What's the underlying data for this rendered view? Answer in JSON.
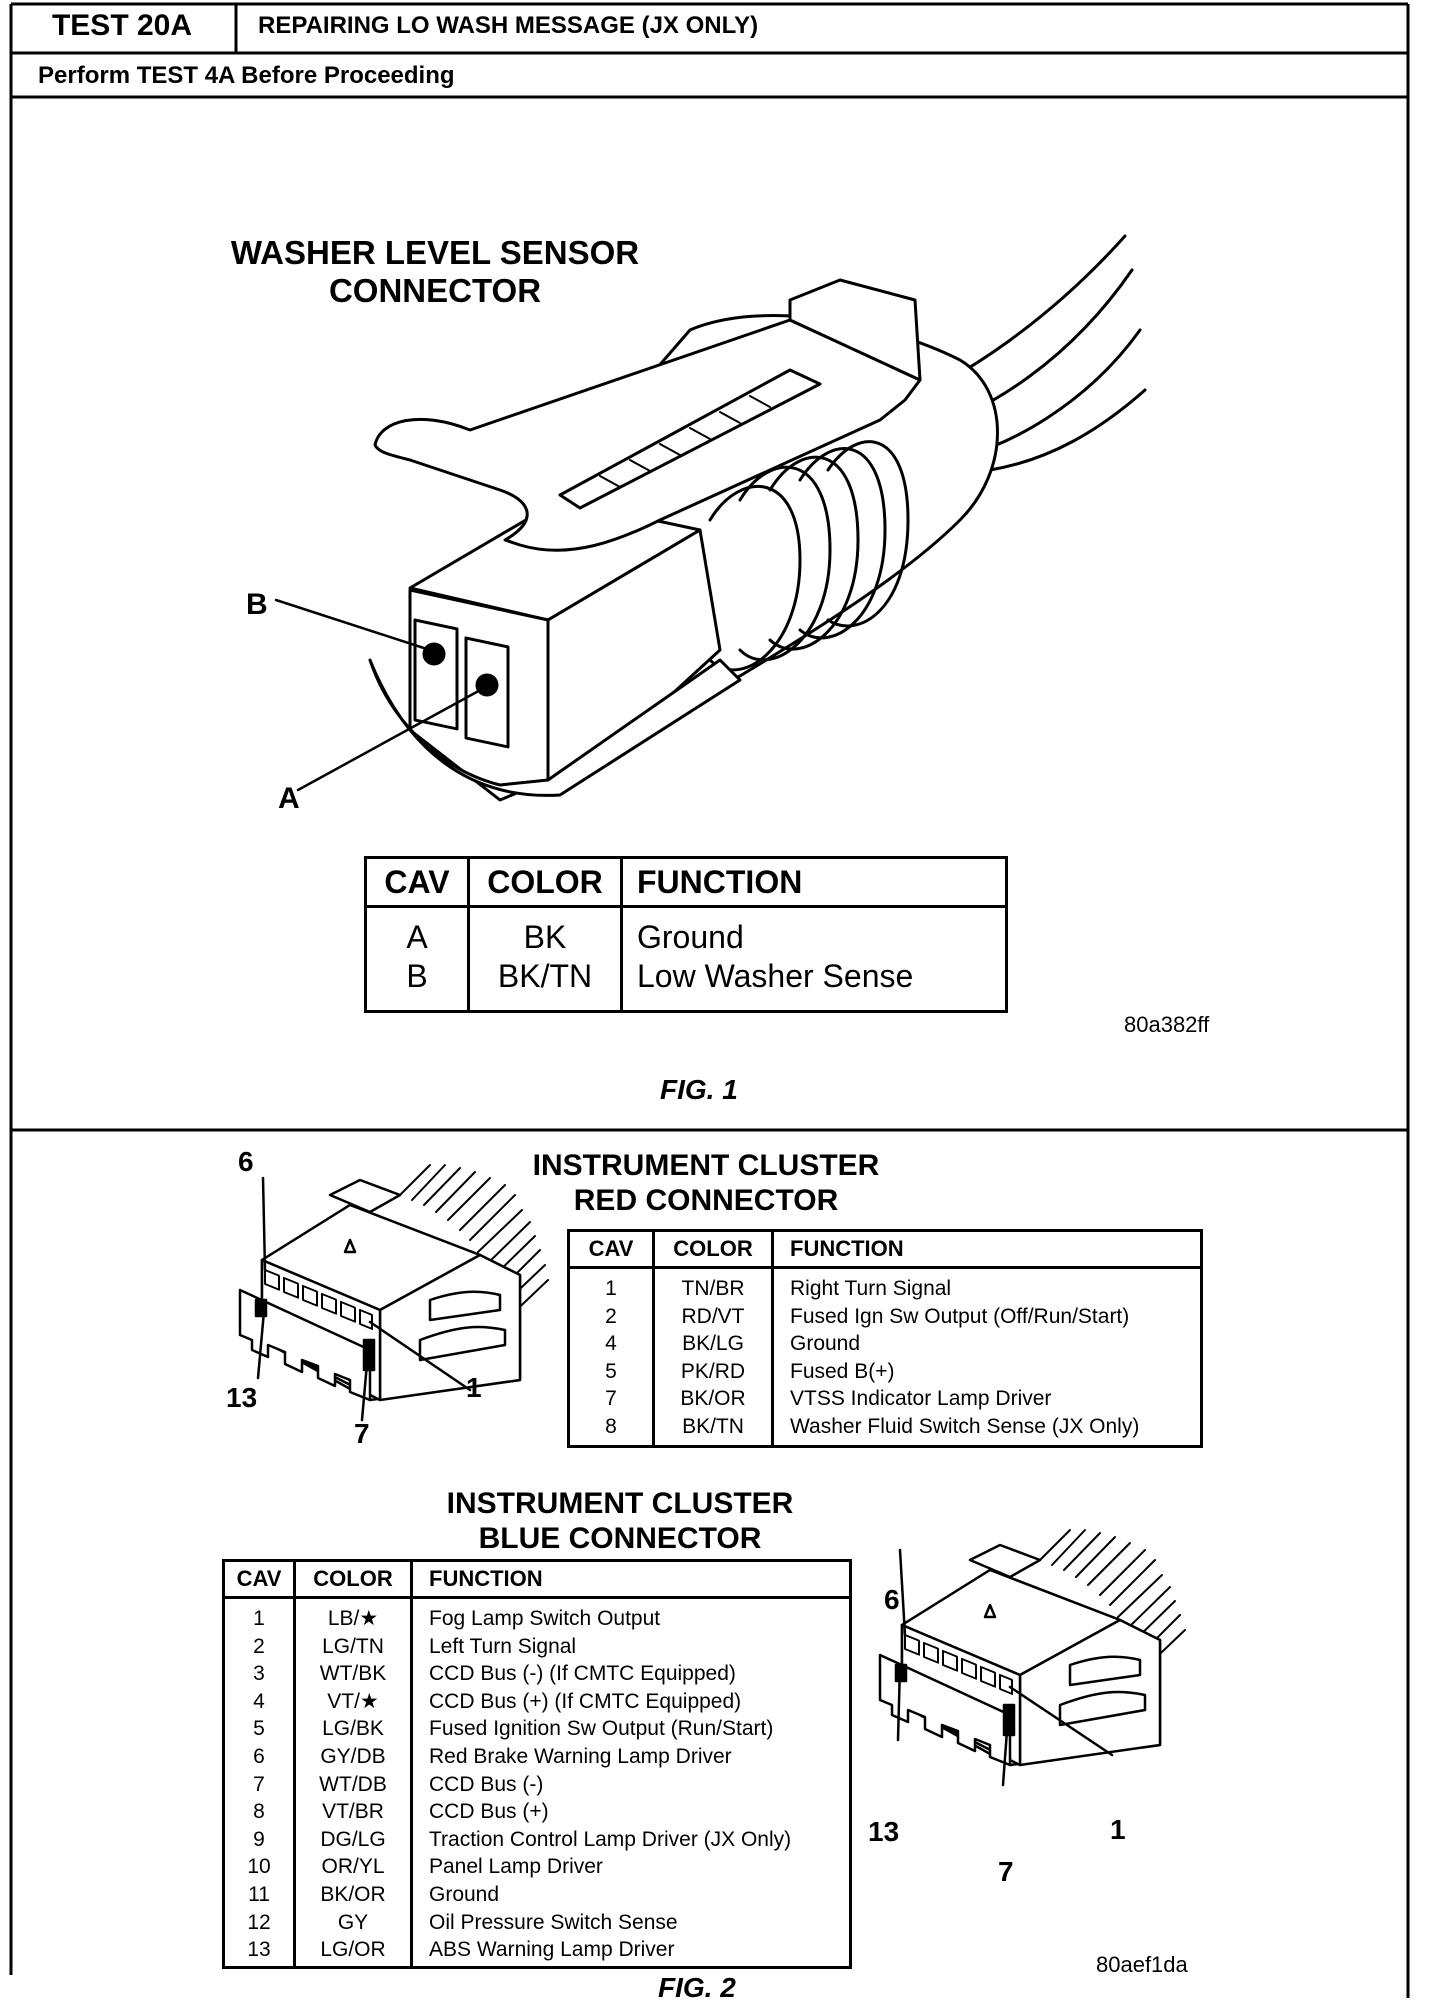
{
  "header": {
    "test_id": "TEST 20A",
    "title": "REPAIRING LO WASH MESSAGE (JX ONLY)",
    "prerequisite": "Perform TEST 4A Before Proceeding"
  },
  "fig1": {
    "title_line1": "WASHER LEVEL SENSOR",
    "title_line2": "CONNECTOR",
    "callout_b": "B",
    "callout_a": "A",
    "table": {
      "headers": [
        "CAV",
        "COLOR",
        "FUNCTION"
      ],
      "rows": [
        [
          "A",
          "BK",
          "Ground"
        ],
        [
          "B",
          "BK/TN",
          "Low Washer Sense"
        ]
      ]
    },
    "image_code": "80a382ff",
    "caption": "FIG. 1"
  },
  "fig2": {
    "red": {
      "title_line1": "INSTRUMENT CLUSTER",
      "title_line2": "RED CONNECTOR",
      "callouts": {
        "top": "6",
        "left": "13",
        "right": "1",
        "bottom": "7"
      },
      "table": {
        "headers": [
          "CAV",
          "COLOR",
          "FUNCTION"
        ],
        "rows": [
          [
            "1",
            "TN/BR",
            "Right Turn Signal"
          ],
          [
            "2",
            "RD/VT",
            "Fused Ign Sw Output (Off/Run/Start)"
          ],
          [
            "4",
            "BK/LG",
            "Ground"
          ],
          [
            "5",
            "PK/RD",
            "Fused B(+)"
          ],
          [
            "7",
            "BK/OR",
            "VTSS Indicator Lamp Driver"
          ],
          [
            "8",
            "BK/TN",
            "Washer Fluid Switch Sense (JX Only)"
          ]
        ]
      }
    },
    "blue": {
      "title_line1": "INSTRUMENT CLUSTER",
      "title_line2": "BLUE CONNECTOR",
      "callouts": {
        "top": "6",
        "left": "13",
        "right": "1",
        "bottom": "7"
      },
      "table": {
        "headers": [
          "CAV",
          "COLOR",
          "FUNCTION"
        ],
        "rows": [
          [
            "1",
            "LB/★",
            "Fog Lamp Switch Output"
          ],
          [
            "2",
            "LG/TN",
            "Left Turn Signal"
          ],
          [
            "3",
            "WT/BK",
            "CCD Bus (-) (If CMTC Equipped)"
          ],
          [
            "4",
            "VT/★",
            "CCD Bus (+) (If CMTC Equipped)"
          ],
          [
            "5",
            "LG/BK",
            "Fused Ignition Sw Output (Run/Start)"
          ],
          [
            "6",
            "GY/DB",
            "Red Brake Warning Lamp Driver"
          ],
          [
            "7",
            "WT/DB",
            "CCD Bus (-)"
          ],
          [
            "8",
            "VT/BR",
            "CCD Bus (+)"
          ],
          [
            "9",
            "DG/LG",
            "Traction Control Lamp Driver (JX Only)"
          ],
          [
            "10",
            "OR/YL",
            "Panel Lamp Driver"
          ],
          [
            "11",
            "BK/OR",
            "Ground"
          ],
          [
            "12",
            "GY",
            "Oil Pressure Switch Sense"
          ],
          [
            "13",
            "LG/OR",
            "ABS Warning Lamp Driver"
          ]
        ]
      }
    },
    "image_code": "80aef1da",
    "caption": "FIG. 2"
  }
}
